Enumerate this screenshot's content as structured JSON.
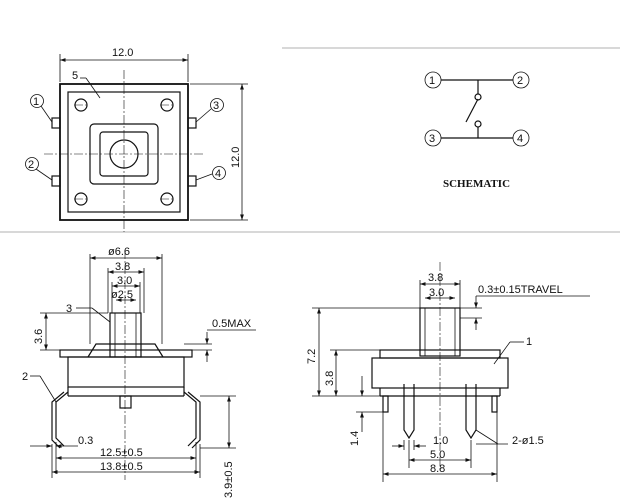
{
  "top_view": {
    "width_dim": "12.0",
    "height_dim": "12.0",
    "callout_5": "5",
    "pins": [
      "1",
      "2",
      "3",
      "4"
    ]
  },
  "schematic": {
    "title": "SCHEMATIC",
    "pins": [
      "1",
      "2",
      "3",
      "4"
    ]
  },
  "side_view": {
    "dia_outer": "ø6.6",
    "dim_3_8": "3.8",
    "dim_3_0": "3.0",
    "dia_inner": "ø2.5",
    "callout_3": "3",
    "callout_2": "2",
    "dim_3_6": "3.6",
    "dim_0_5max": "0.5MAX",
    "dim_0_3": "0.3",
    "dim_12_5": "12.5±0.5",
    "dim_13_8": "13.8±0.5",
    "dim_3_9": "3.9±0.5"
  },
  "front_view": {
    "dim_3_8": "3.8",
    "dim_3_0": "3.0",
    "travel": "0.3±0.15TRAVEL",
    "dim_7_2": "7.2",
    "dim_3_8v": "3.8",
    "callout_1": "1",
    "dim_1_4": "1.4",
    "dim_1_0": "1.0",
    "dim_2_dia": "2-ø1.5",
    "dim_5_0": "5.0",
    "dim_8_8": "8.8"
  }
}
